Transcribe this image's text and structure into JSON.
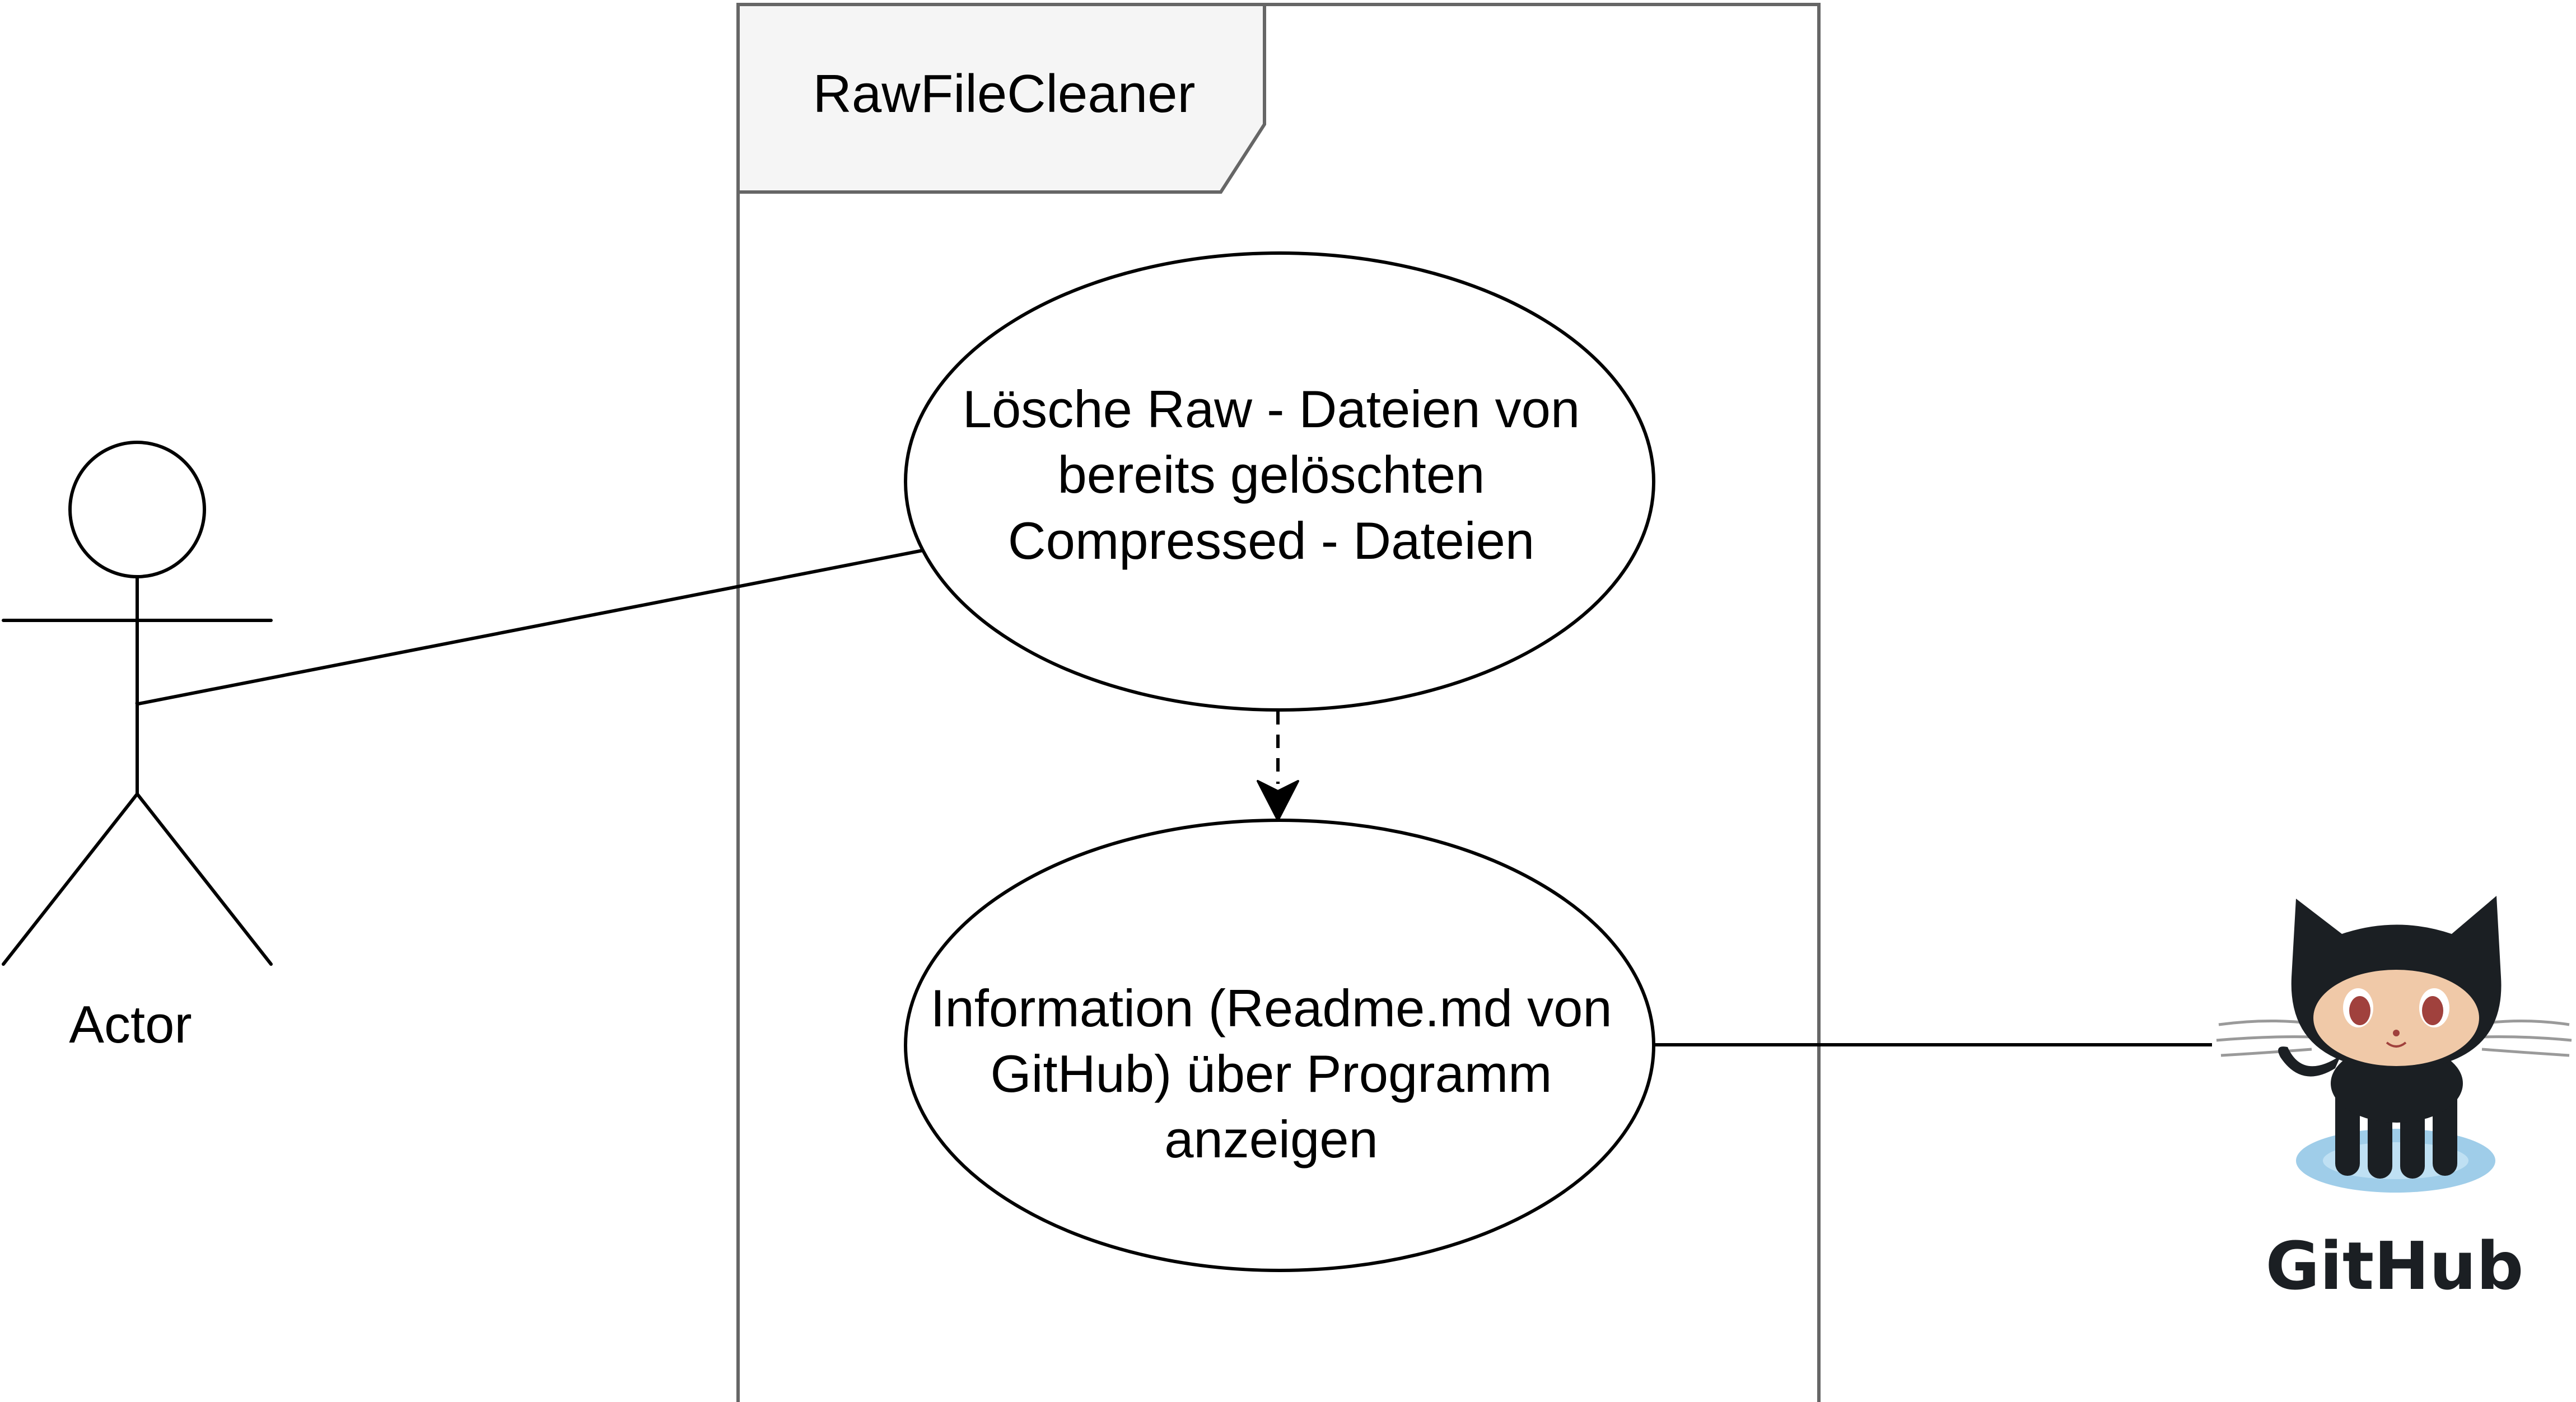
{
  "diagram": {
    "system_boundary": {
      "title": "RawFileCleaner"
    },
    "actor": {
      "label": "Actor"
    },
    "use_cases": [
      {
        "id": "delete-raw",
        "lines": [
          "Lösche Raw - Dateien von",
          "bereits gelöschten",
          "Compressed - Dateien"
        ]
      },
      {
        "id": "show-info",
        "lines": [
          "Information (Readme.md von",
          "GitHub) über Programm",
          "anzeigen"
        ]
      }
    ],
    "external_system": {
      "label": "GitHub",
      "icon": "github-octocat-icon"
    },
    "colors": {
      "stroke": "#000000",
      "boundary_stroke": "#666666",
      "title_tab_fill": "#f5f5f5",
      "octocat_body": "#1b1f23",
      "octocat_face": "#f0c9a8",
      "octocat_shadow": "#9fcde9"
    }
  }
}
